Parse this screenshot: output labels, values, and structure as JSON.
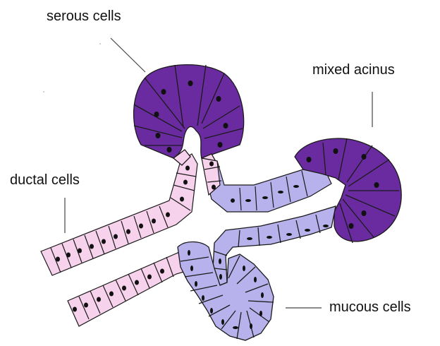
{
  "labels": {
    "serous": "serous cells",
    "mixed": "mixed acinus",
    "ductal": "ductal cells",
    "mucous": "mucous cells"
  },
  "colors": {
    "serous_fill": "#6a2ba0",
    "serous_dark": "#4e1a7e",
    "mucous_fill": "#b8b2ec",
    "ductal_fill": "#f7d2ec",
    "outline": "#1a1a1a",
    "nucleus": "#111111"
  }
}
